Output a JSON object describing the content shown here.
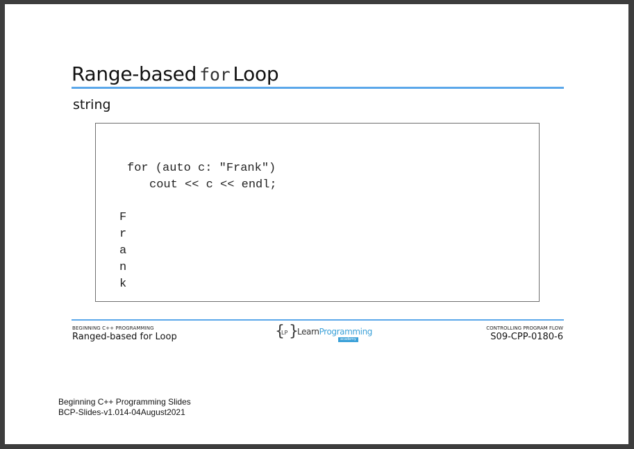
{
  "slide": {
    "title_pre": "Range-based",
    "title_code": "for",
    "title_post": "Loop",
    "subtitle": "string"
  },
  "code": {
    "line1": "for (auto c: \"Frank\")",
    "line2": "cout << c << endl;",
    "output": [
      "F",
      "r",
      "a",
      "n",
      "k"
    ]
  },
  "footer": {
    "left_small": "BEGINNING C++ PROGRAMMING",
    "left_big": "Ranged-based for Loop",
    "right_small": "CONTROLLING PROGRAM FLOW",
    "right_big": "S09-CPP-0180-6",
    "logo_lp": "LP",
    "logo_learn": "Learn",
    "logo_programming": "Programming",
    "logo_academy": "academy"
  },
  "notes": {
    "line1": "Beginning C++ Programming Slides",
    "line2": "BCP-Slides-v1.014-04August2021"
  },
  "colors": {
    "accent": "#5aa7ea",
    "logo_blue": "#3aa0d8"
  }
}
